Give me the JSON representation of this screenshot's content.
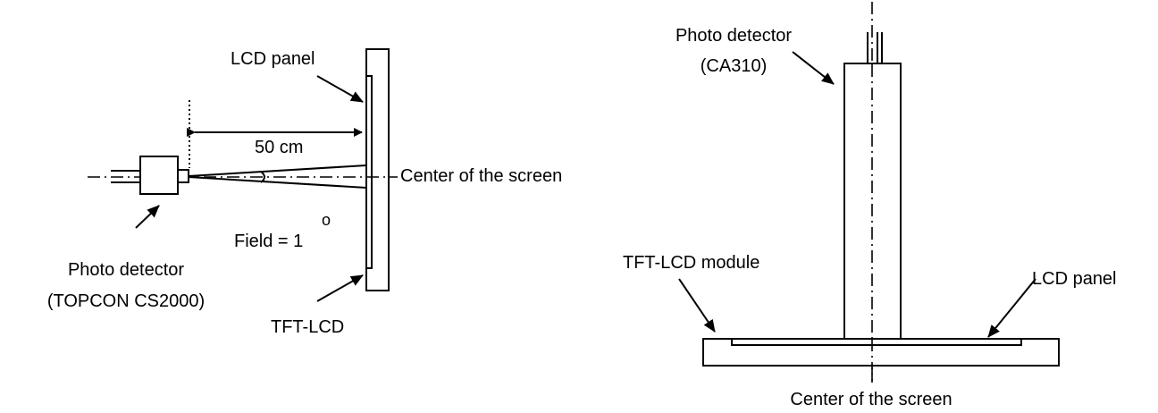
{
  "left_diagram": {
    "lcd_panel_label": "LCD panel",
    "distance_label": "50 cm",
    "center_label": "Center of the screen",
    "field_label": "Field = 1",
    "degree_mark": "o",
    "detector_label_line1": "Photo detector",
    "detector_label_line2": "(TOPCON CS2000)",
    "tft_label": "TFT-LCD"
  },
  "right_diagram": {
    "detector_label_line1": "Photo detector",
    "detector_label_line2": "(CA310)",
    "module_label": "TFT-LCD module",
    "lcd_panel_label": "LCD panel",
    "center_label": "Center of the screen"
  }
}
